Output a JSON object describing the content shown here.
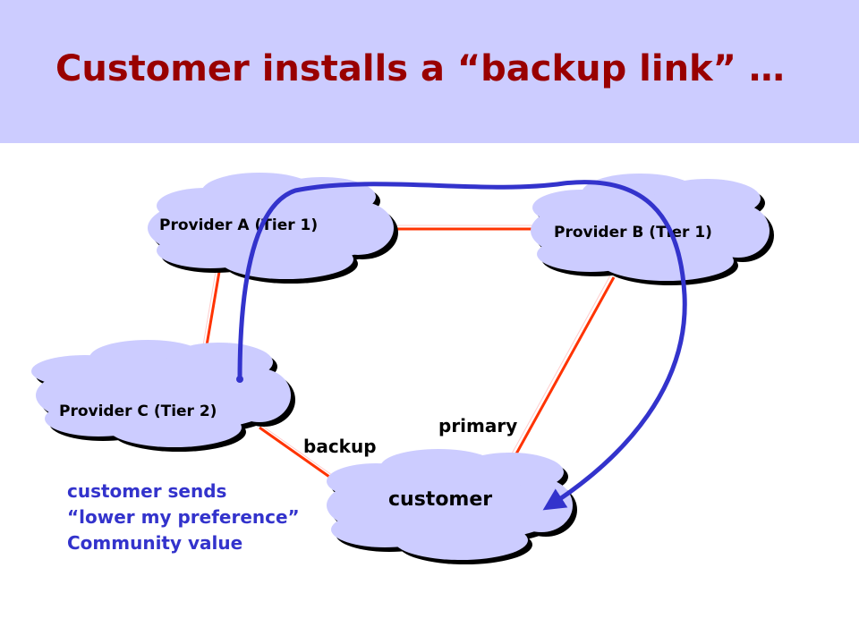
{
  "title": "Customer installs a “backup link” …",
  "colors": {
    "title_band": "#ccccff",
    "title_text": "#990000",
    "cloud_fill": "#ccccff",
    "cloud_shadow": "#000000",
    "link": "#ff3300",
    "route_arrow": "#3333cc",
    "note_text": "#3333cc"
  },
  "nodes": {
    "provider_a": "Provider  A (Tier 1)",
    "provider_b": "Provider  B (Tier 1)",
    "provider_c": "Provider  C (Tier 2)",
    "customer": "customer"
  },
  "links": {
    "primary": "primary",
    "backup": "backup"
  },
  "note": {
    "line1": "customer sends",
    "line2": "“lower my preference”",
    "line3": "Community value"
  }
}
